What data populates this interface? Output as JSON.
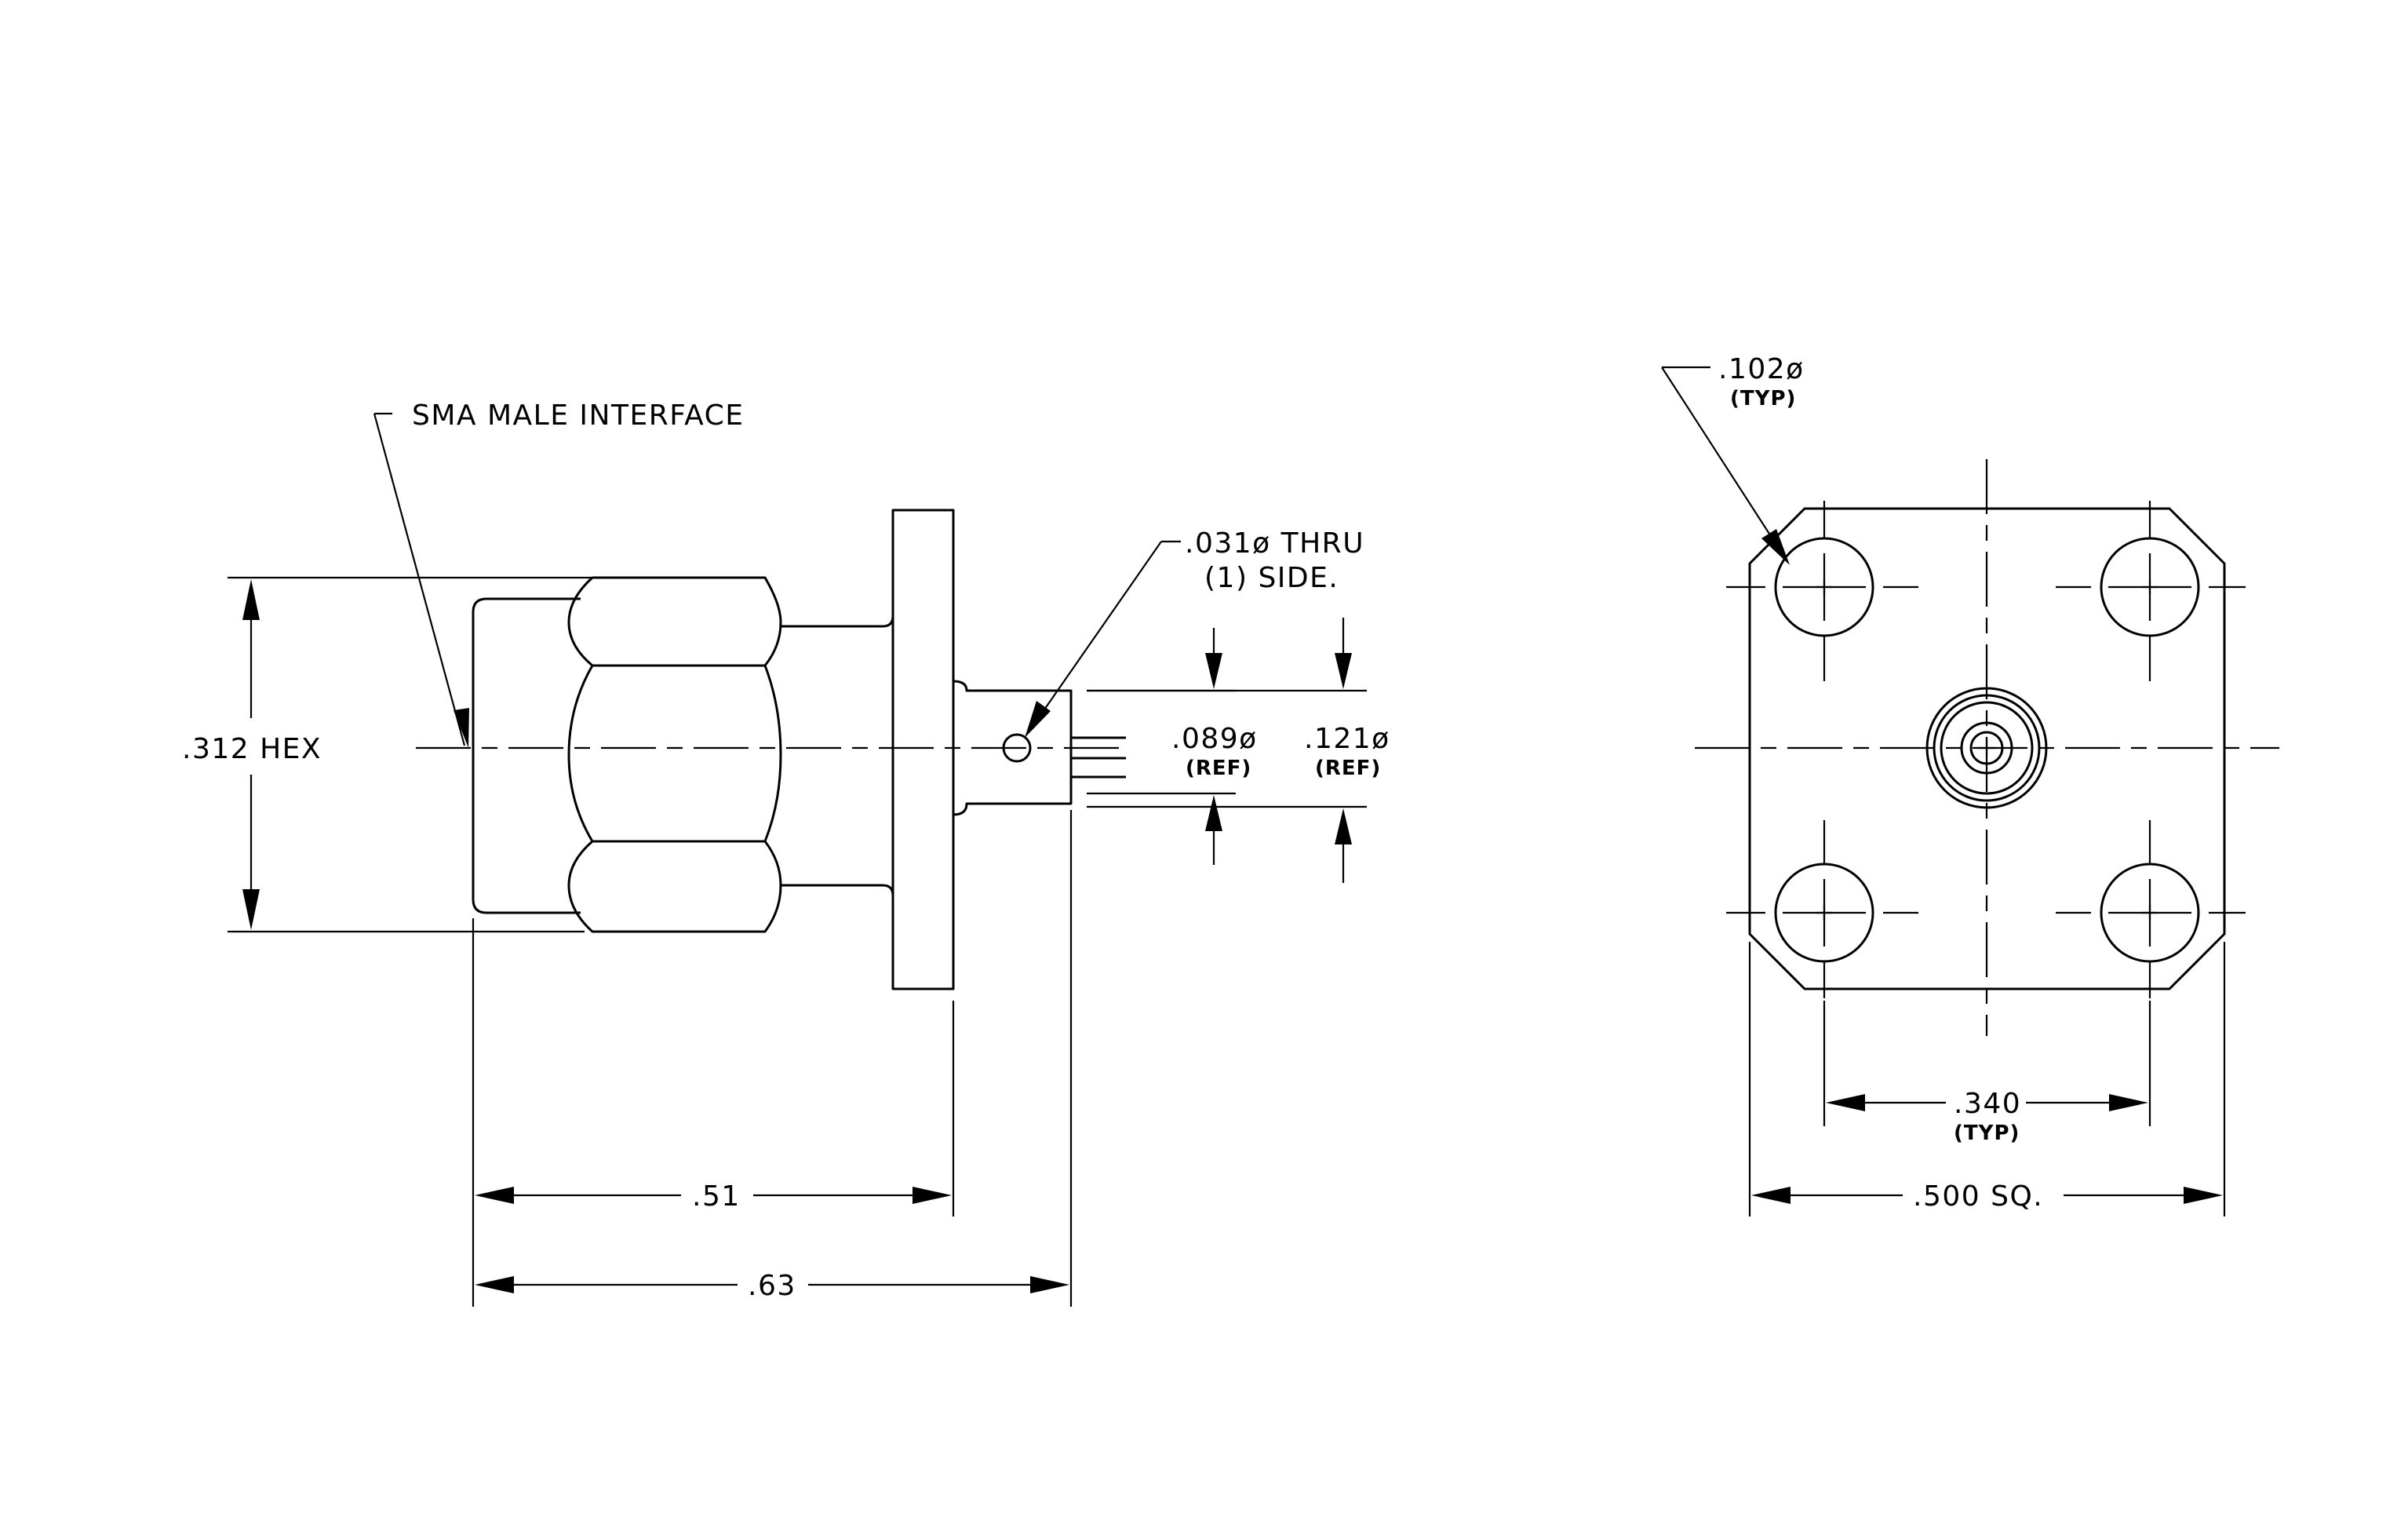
{
  "side_view": {
    "interface_note": "SMA MALE INTERFACE",
    "hole_note_line1": ".031ø THRU",
    "hole_note_line2": "(1) SIDE.",
    "hex_dim": ".312 HEX",
    "pin_dim": ".089ø",
    "pin_dim_note": "(REF)",
    "dielectric_dim": ".121ø",
    "dielectric_dim_note": "(REF)",
    "len_flange": ".51",
    "len_total": ".63"
  },
  "front_view": {
    "hole_dim": ".102ø",
    "hole_dim_note": "(TYP)",
    "hole_spacing": ".340",
    "hole_spacing_note": "(TYP)",
    "flange_size": ".500 SQ."
  }
}
